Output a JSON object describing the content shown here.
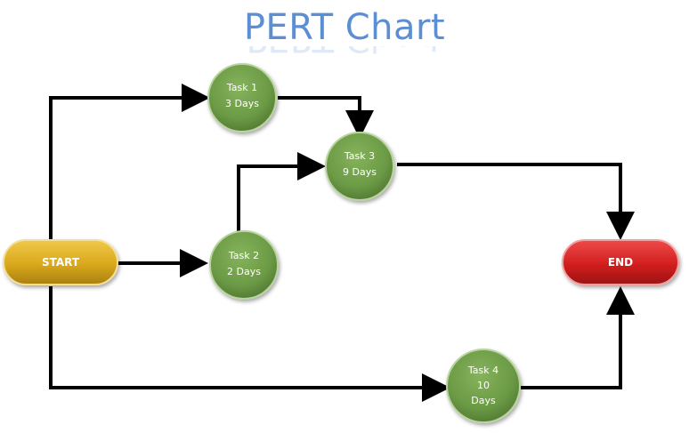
{
  "title": "PERT Chart",
  "start": {
    "label": "START"
  },
  "end": {
    "label": "END"
  },
  "tasks": [
    {
      "name": "Task 1",
      "duration": "3 Days"
    },
    {
      "name": "Task 2",
      "duration": "2 Days"
    },
    {
      "name": "Task 3",
      "duration": "9 Days"
    },
    {
      "name": "Task 4",
      "duration": "10",
      "duration_unit": "Days"
    }
  ],
  "colors": {
    "title": "#5b8ed2",
    "task": "#6b9a45",
    "task_border": "#b9d49f",
    "start": "#d9a81c",
    "end": "#d21f1f",
    "arrow": "#000000"
  },
  "icons": {
    "arrowhead": "arrowhead-icon"
  }
}
